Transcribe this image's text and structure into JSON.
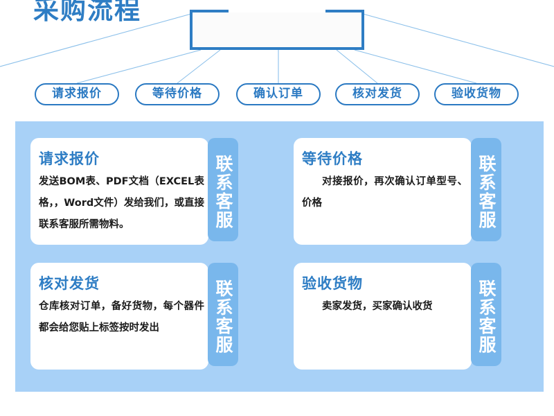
{
  "header": {
    "title": "采购流程"
  },
  "steps": [
    {
      "label": "请求报价"
    },
    {
      "label": "等待价格"
    },
    {
      "label": "确认订单"
    },
    {
      "label": "核对发货"
    },
    {
      "label": "验收货物"
    }
  ],
  "cards": [
    {
      "title": "请求报价",
      "body": "发送BOM表、PDF文档（EXCEL表格，，Word文件）发给我们，或直接联系客服所需物料。",
      "contact_label": "联系客服"
    },
    {
      "title": "等待价格",
      "body": "对接报价，再次确认订单型号、价格",
      "contact_label": "联系客服"
    },
    {
      "title": "核对发货",
      "body": "仓库核对订单，备好货物，每个器件都会给您贴上标签按时发出",
      "contact_label": "联系客服"
    },
    {
      "title": "验收货物",
      "body": "卖家发货，买家确认收货",
      "contact_label": "联系客服"
    }
  ],
  "colors": {
    "brand_blue": "#2e7dc4",
    "pill_border": "#2a79c2",
    "panel_bg": "#a8d1f7",
    "contact_tab_bg": "#79b7ec",
    "connector_line": "#8cc0ea",
    "card_bg": "#ffffff",
    "body_text": "#1b1b1b"
  }
}
